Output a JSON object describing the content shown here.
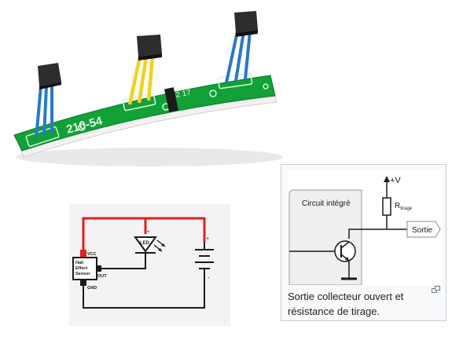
{
  "photo": {
    "board_label": "210-54",
    "board_label_small": "2 17"
  },
  "hall_circuit": {
    "sensor_label_line1": "Hall",
    "sensor_label_line2": "Effect",
    "sensor_label_line3": "Sensor",
    "vcc_label": "VCC",
    "out_label": "OUT",
    "gnd_label": "GND",
    "led_label": "LED",
    "plus_sign": "+",
    "minus_sign": "-",
    "colors": {
      "wire_red": "#e0211f",
      "wire_black": "#1a1a1a"
    }
  },
  "wiki_thumb": {
    "supply_label": "+V",
    "resistor_label_main": "R",
    "resistor_label_sub": "tirage",
    "chip_label": "Circuit intégré",
    "output_label": "Sortie",
    "caption": "Sortie collecteur ouvert et résistance de tirage.",
    "enlarge_icon": "magnify-clip-icon"
  }
}
